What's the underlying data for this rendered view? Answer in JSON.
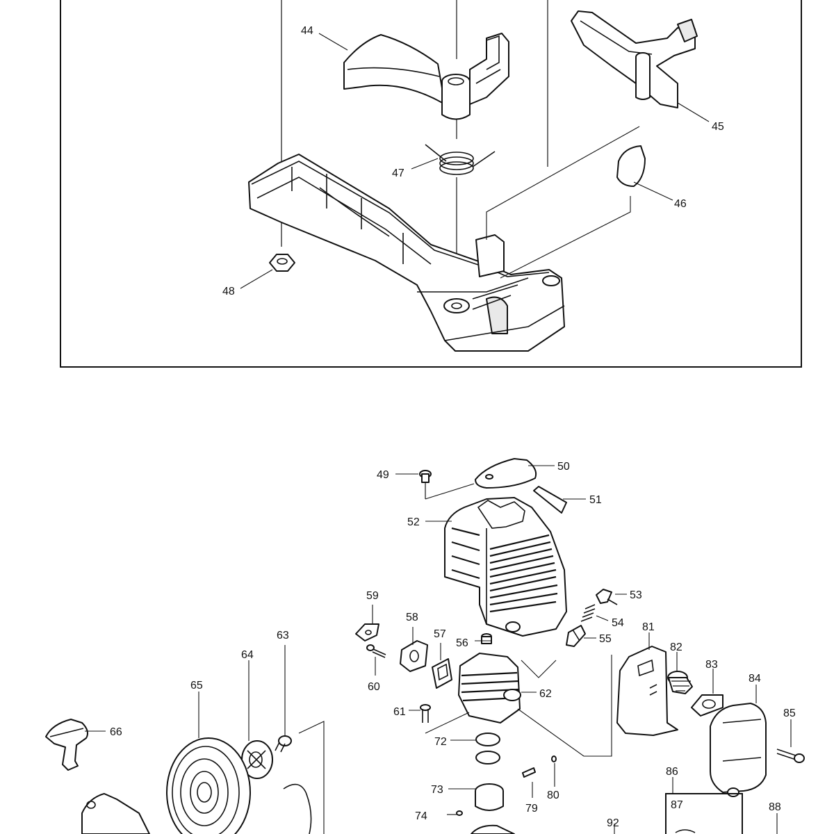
{
  "callouts": {
    "n44": "44",
    "n45": "45",
    "n46": "46",
    "n47": "47",
    "n48": "48",
    "n49": "49",
    "n50": "50",
    "n51": "51",
    "n52": "52",
    "n53": "53",
    "n54": "54",
    "n55": "55",
    "n56": "56",
    "n57": "57",
    "n58": "58",
    "n59": "59",
    "n60": "60",
    "n61": "61",
    "n62": "62",
    "n63": "63",
    "n64": "64",
    "n65": "65",
    "n66": "66",
    "n72": "72",
    "n73": "73",
    "n74": "74",
    "n79": "79",
    "n80": "80",
    "n81": "81",
    "n82": "82",
    "n83": "83",
    "n84": "84",
    "n85": "85",
    "n86": "86",
    "n87": "87",
    "n88": "88",
    "n92": "92"
  },
  "colors": {
    "ink": "#111111",
    "paper": "#ffffff",
    "shade": "#e9e9e9"
  }
}
